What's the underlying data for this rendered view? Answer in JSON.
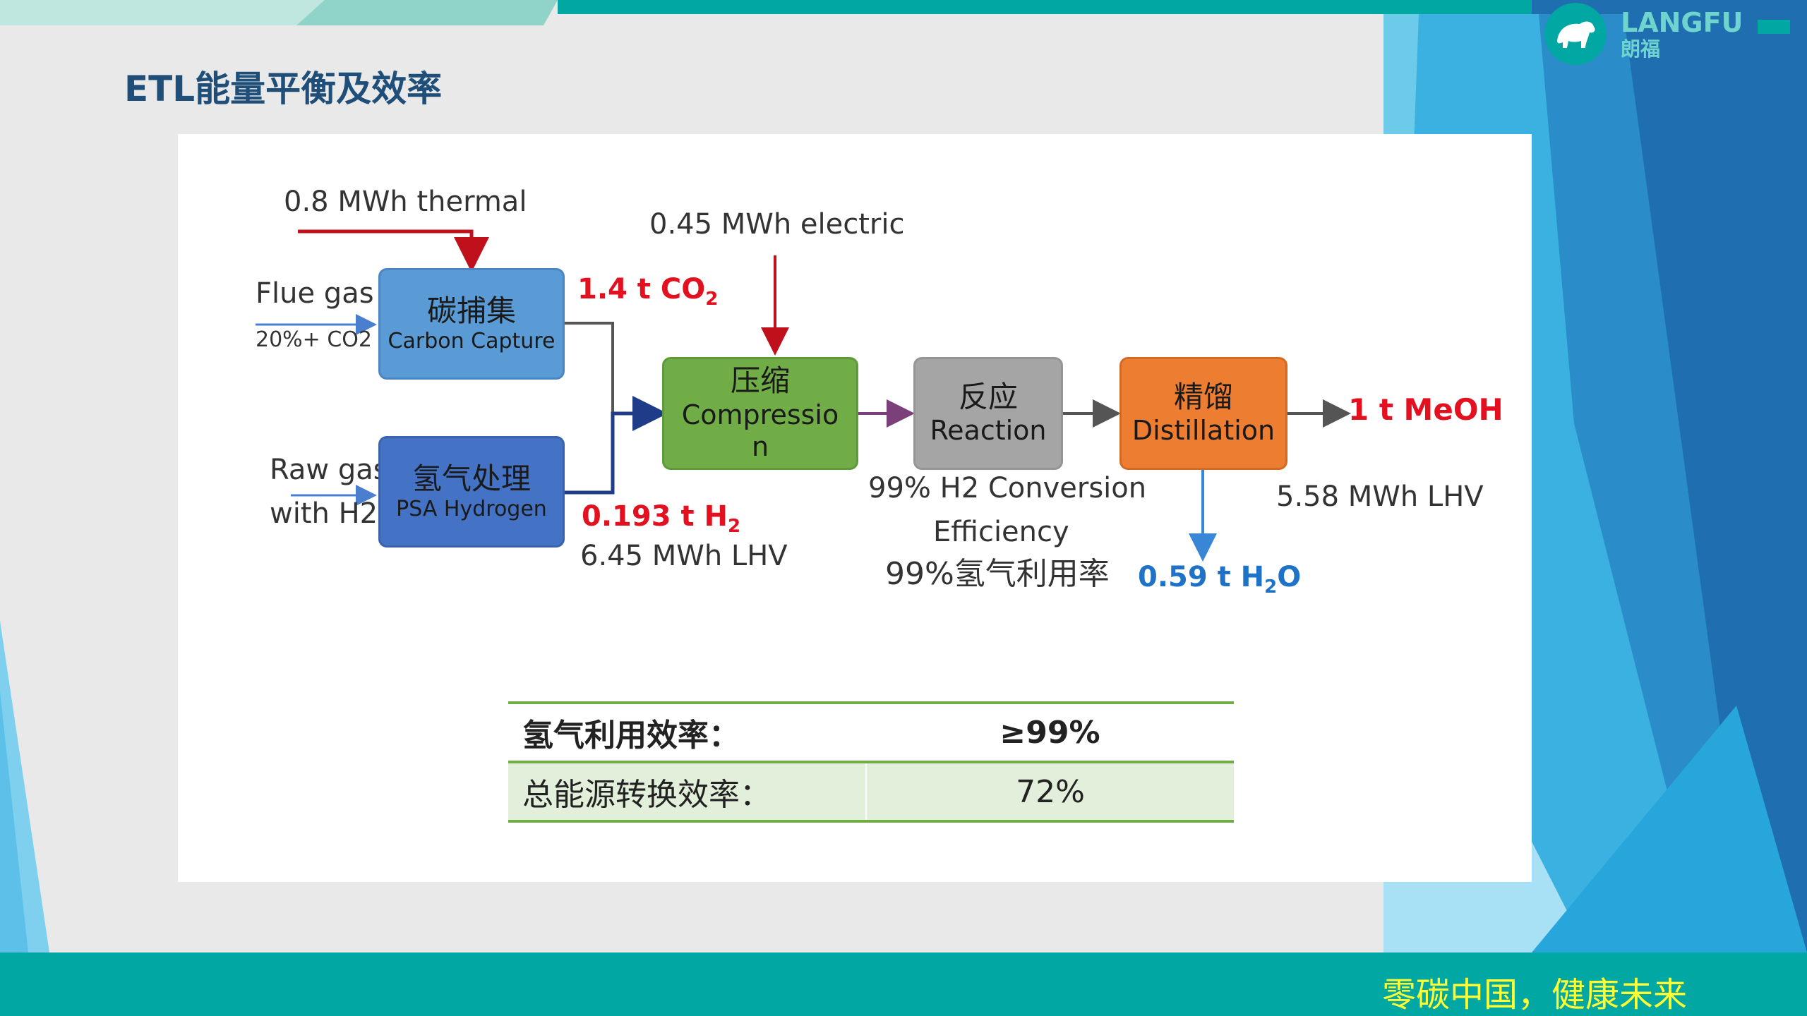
{
  "slide": {
    "title": "ETL能量平衡及效率",
    "logo": {
      "brand_en": "LANGFU",
      "brand_zh": "朗福",
      "icon": "polar-bear-icon"
    },
    "footer": {
      "slogan": "零碳中国，健康未来"
    },
    "colors": {
      "teal": "#00a7a3",
      "title_blue": "#1f4e79",
      "slogan_yellow": "#ffff33"
    }
  },
  "diagram": {
    "inputs": {
      "thermal": "0.8 MWh thermal",
      "electric": "0.45 MWh electric",
      "flue_gas": "Flue gas",
      "flue_gas_note": "20%+ CO2",
      "raw_gas_line1": "Raw gas",
      "raw_gas_line2": "with H2"
    },
    "nodes": {
      "carbon_capture": {
        "zh": "碳捕集",
        "en": "Carbon Capture",
        "color": "#5b9bd5"
      },
      "psa_hydrogen": {
        "zh": "氢气处理",
        "en": "PSA Hydrogen",
        "color": "#4472c4"
      },
      "compression": {
        "zh": "压缩",
        "en": "Compressio",
        "en_wrap": "n",
        "color": "#70ad47"
      },
      "reaction": {
        "zh": "反应",
        "en": "Reaction",
        "color": "#a5a5a5"
      },
      "distillation": {
        "zh": "精馏",
        "en": "Distillation",
        "color": "#ed7d31"
      }
    },
    "flows": {
      "co2_main": "1.4 t CO",
      "co2_sub": "2",
      "h2_main": "0.193 t H",
      "h2_sub": "2",
      "h2_lhv": "6.45 MWh LHV",
      "conversion_line1": "99% H2 Conversion",
      "conversion_line2": "Efficiency",
      "conversion_zh": "99%氢气利用率",
      "meoh": "1 t MeOH",
      "meoh_lhv": "5.58 MWh LHV",
      "water_main": "0.59 t H",
      "water_sub": "2",
      "water_tail": "O"
    }
  },
  "efficiency_table": {
    "rows": [
      {
        "label": "氢气利用效率：",
        "value": "≥99%"
      },
      {
        "label": "总能源转换效率：",
        "value": "72%"
      }
    ]
  }
}
